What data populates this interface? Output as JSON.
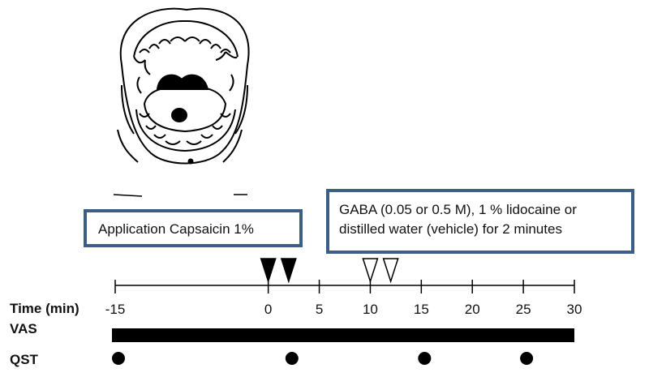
{
  "boxes": {
    "capsaicin": "Application Capsaicin 1%",
    "treatment_line1": "GABA (0.05 or 0.5 M), 1 % lidocaine or",
    "treatment_line2": "distilled water (vehicle) for 2 minutes"
  },
  "row_labels": {
    "time": "Time (min)",
    "vas": "VAS",
    "qst": "QST"
  },
  "timeline": {
    "ticks": [
      "-15",
      "0",
      "5",
      "10",
      "15",
      "20",
      "25",
      "30"
    ],
    "tick_values": [
      -15,
      0,
      5,
      10,
      15,
      20,
      25,
      30
    ],
    "range": [
      -15,
      30
    ],
    "capsaicin_markers": [
      0,
      2
    ],
    "treatment_markers": [
      10,
      12
    ],
    "vas_span": [
      -15,
      30
    ],
    "qst_points": [
      -15,
      2,
      15,
      25
    ]
  },
  "colors": {
    "box_border": "#3d5f86",
    "ink": "#000000"
  }
}
